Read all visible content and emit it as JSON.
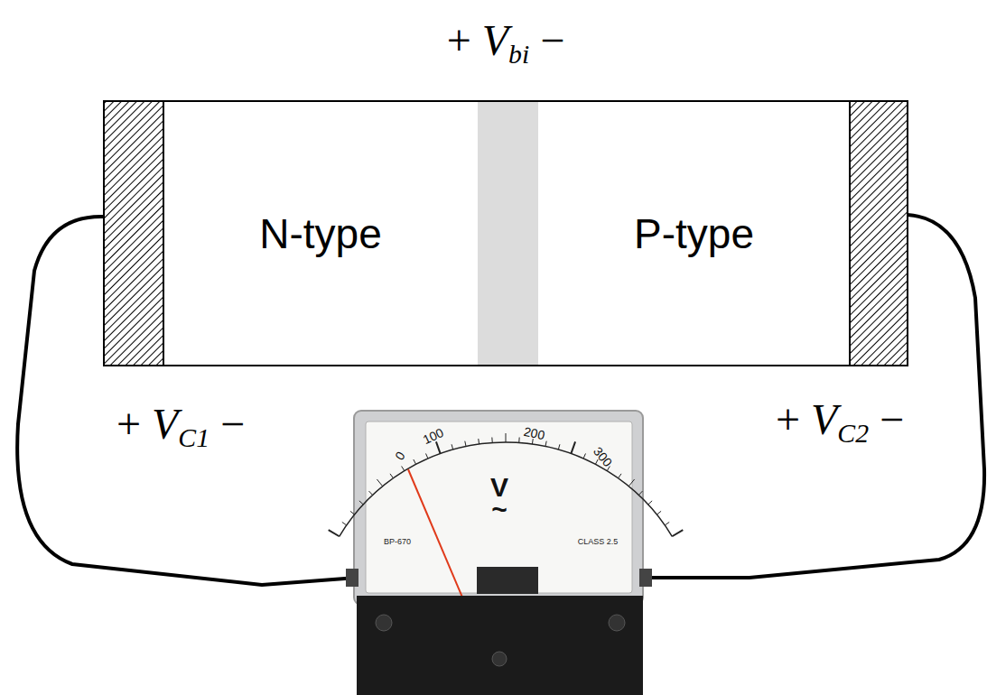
{
  "diagram": {
    "nodes": [
      {
        "text": [
          "N-type"
        ]
      },
      {
        "text": [
          "P-type"
        ]
      }
    ],
    "labels": [
      "+ Vbi −",
      "+ VC1 −",
      "+ VC2 −",
      "0",
      "100",
      "200",
      "300",
      "V",
      "~",
      "BP-670",
      "CLASS 2.5"
    ]
  }
}
